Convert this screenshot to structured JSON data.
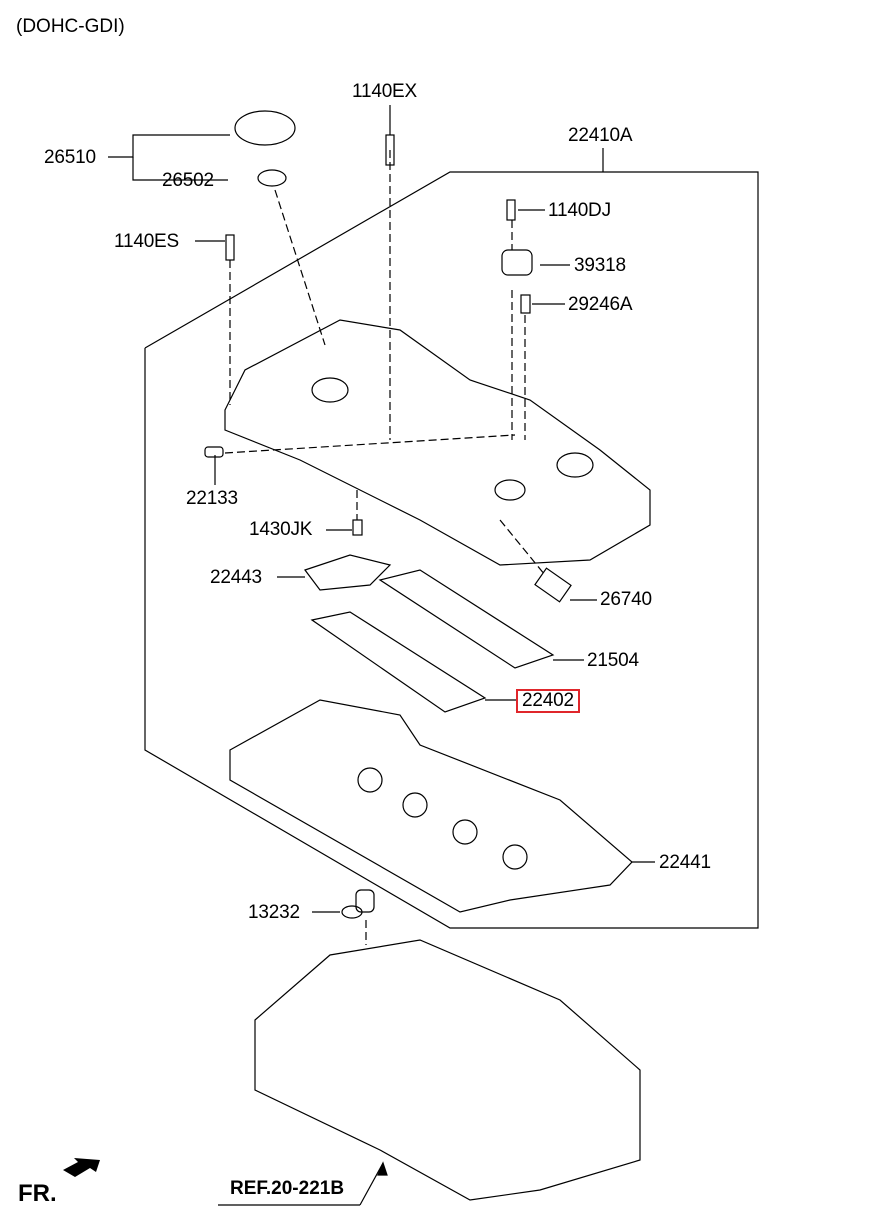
{
  "title": "(DOHC-GDI)",
  "highlight_color": "#e0262b",
  "parts": [
    {
      "id": "1140EX",
      "label": "1140EX"
    },
    {
      "id": "26510",
      "label": "26510"
    },
    {
      "id": "26502",
      "label": "26502"
    },
    {
      "id": "22410A",
      "label": "22410A"
    },
    {
      "id": "1140DJ",
      "label": "1140DJ"
    },
    {
      "id": "1140ES",
      "label": "1140ES"
    },
    {
      "id": "39318",
      "label": "39318"
    },
    {
      "id": "29246A",
      "label": "29246A"
    },
    {
      "id": "22133",
      "label": "22133"
    },
    {
      "id": "1430JK",
      "label": "1430JK"
    },
    {
      "id": "22443",
      "label": "22443"
    },
    {
      "id": "26740",
      "label": "26740"
    },
    {
      "id": "21504",
      "label": "21504"
    },
    {
      "id": "22402",
      "label": "22402",
      "highlighted": true
    },
    {
      "id": "22441",
      "label": "22441"
    },
    {
      "id": "13232",
      "label": "13232"
    }
  ],
  "footer": {
    "front_label": "FR.",
    "reference": "REF.20-221B"
  }
}
